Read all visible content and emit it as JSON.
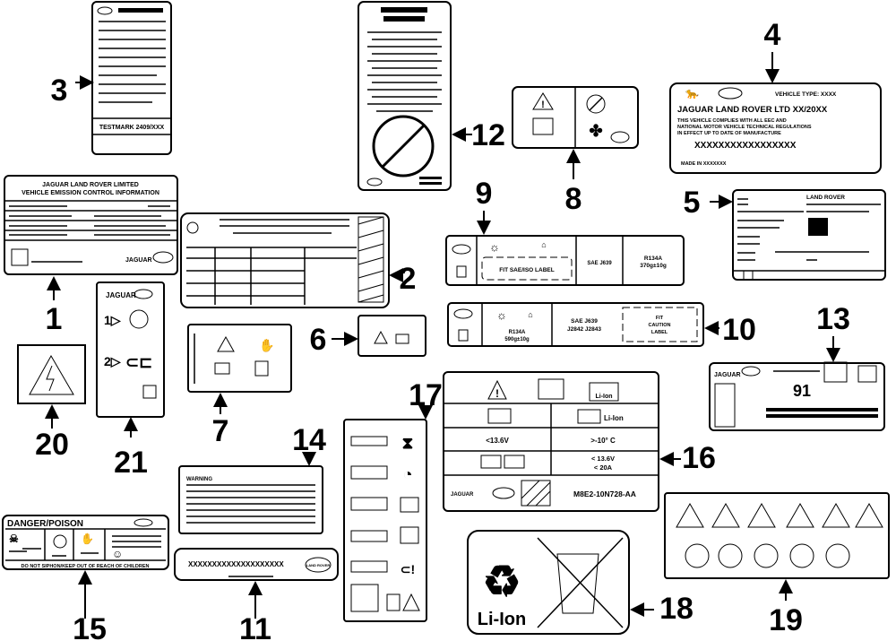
{
  "callouts": [
    "1",
    "2",
    "3",
    "4",
    "5",
    "6",
    "7",
    "8",
    "9",
    "10",
    "11",
    "12",
    "13",
    "14",
    "15",
    "16",
    "17",
    "18",
    "19",
    "20",
    "21"
  ],
  "label_1": {
    "line1": "JAGUAR LAND ROVER LIMITED",
    "line2": "VEHICLE EMISSION CONTROL INFORMATION"
  },
  "label_3": {
    "footer": "TESTMARK 2409/XXX"
  },
  "label_4": {
    "vehicle_type": "VEHICLE TYPE: XXXX",
    "title": "JAGUAR LAND ROVER LTD XX/20XX",
    "body1": "THIS VEHICLE COMPLIES WITH ALL EEC AND",
    "body2": "NATIONAL MOTOR VEHICLE TECHNICAL REGULATIONS",
    "body3": "IN EFFECT UP TO DATE OF MANUFACTURE",
    "vin": "XXXXXXXXXXXXXXXXX",
    "made_in": "MADE IN  XXXXXXX"
  },
  "label_5": {
    "brand": "LAND ROVER"
  },
  "label_9": {
    "fit": "FIT SAE/ISO LABEL",
    "sae": "SAE J639",
    "refrigerant": "R134A",
    "charge": "370g±10g"
  },
  "label_10": {
    "refrigerant": "R134A",
    "charge": "590g±10g",
    "sae1": "SAE J639",
    "sae2": "J2842 J2843",
    "fit1": "FIT",
    "fit2": "CAUTION",
    "fit3": "LABEL"
  },
  "label_11": {
    "code": "XXXXXXXXXXXXXXXXXXXX",
    "badge": "LAND ROVER"
  },
  "label_13": {
    "octane": "91"
  },
  "label_14": {
    "heading": "WARNING"
  },
  "label_15": {
    "title": "DANGER/POISON",
    "footer": "DO NOT SIPHON/KEEP OUT OF REACH OF CHILDREN"
  },
  "label_16": {
    "battery_type": "Li-Ion",
    "voltage_min": "<13.6V",
    "temp": ">-10° C",
    "charge_v": "< 13.6V",
    "charge_a": "< 20A",
    "part_no": "M8E2-10N728-AA"
  },
  "label_18": {
    "text": "Li-Ion"
  }
}
